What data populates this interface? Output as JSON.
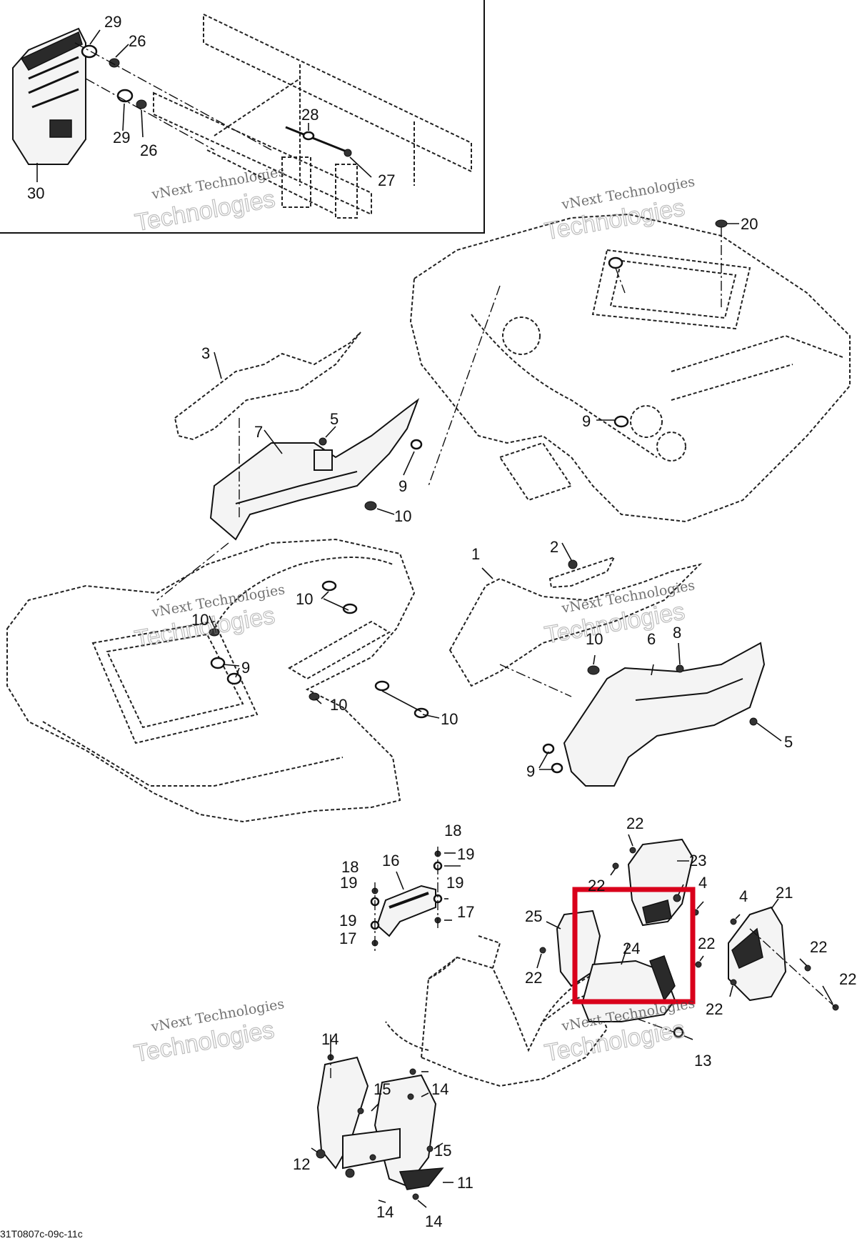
{
  "figure": {
    "caption": "31T0807c-09c-11c",
    "watermark_line1": "vNext Technologies",
    "watermark_line2": "Technologies",
    "highlight_color": "#d9001b"
  },
  "callouts": {
    "c1": "1",
    "c2": "2",
    "c3": "3",
    "c4a": "4",
    "c4b": "4",
    "c5a": "5",
    "c5b": "5",
    "c6": "6",
    "c7": "7",
    "c8": "8",
    "c9a": "9",
    "c9b": "9",
    "c9c": "9",
    "c9d": "9",
    "c10a": "10",
    "c10b": "10",
    "c10c": "10",
    "c10d": "10",
    "c10e": "10",
    "c10f": "10",
    "c11": "11",
    "c12": "12",
    "c13": "13",
    "c14a": "14",
    "c14b": "14",
    "c14c": "14",
    "c14d": "14",
    "c15a": "15",
    "c15b": "15",
    "c16": "16",
    "c17a": "17",
    "c17b": "17",
    "c18a": "18",
    "c18b": "18",
    "c19a": "19",
    "c19b": "19",
    "c19c": "19",
    "c19d": "19",
    "c20": "20",
    "c21": "21",
    "c22a": "22",
    "c22b": "22",
    "c22c": "22",
    "c22d": "22",
    "c22e": "22",
    "c22f": "22",
    "c22g": "22",
    "c23": "23",
    "c24": "24",
    "c25": "25",
    "c26a": "26",
    "c26b": "26",
    "c27": "27",
    "c28": "28",
    "c29a": "29",
    "c29b": "29",
    "c30": "30"
  }
}
